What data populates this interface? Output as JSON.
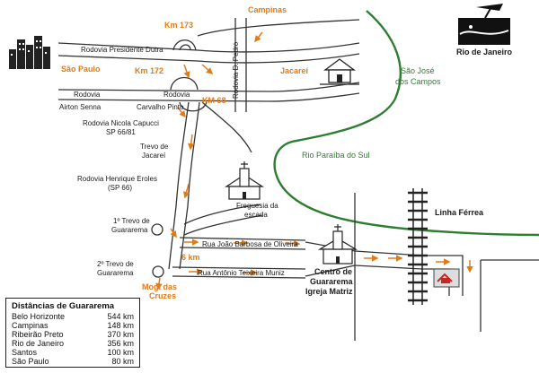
{
  "labels": {
    "km173": "Km 173",
    "campinas": "Campinas",
    "rodovia_pres_dutra": "Rodovia Presidente Dutra",
    "rodovia_d_pedro": "Rodovia D. Pedro",
    "sao_paulo": "São Paulo",
    "km172": "Km 172",
    "jacarei": "Jacareí",
    "sao_jose_1": "São José",
    "sao_jose_2": "dos Campos",
    "rio_de_janeiro": "Rio de Janeiro",
    "rodovia_left": "Rodovia",
    "rodovia_mid": "Rodovia",
    "airton_senna": "Airton Senna",
    "carvalho_pinto": "Carvalho Pinto",
    "km68": "KM 68",
    "nicola_1": "Rodovia Nicola Capucci",
    "nicola_2": "SP 66/81",
    "trevo_jacarei_1": "Trevo de",
    "trevo_jacarei_2": "Jacareí",
    "rio_paraiba": "Rio Paraíba do Sul",
    "eroles_1": "Rodovia Henrique Eroles",
    "eroles_2": "(SP 66)",
    "freguesia_1": "Freguesia da",
    "freguesia_2": "escada",
    "linha_ferrea": "Linha Férrea",
    "trevo1_1": "1º Trevo de",
    "trevo1_2": "Guararema",
    "rua_joao": "Rua João Barbosa de Oliveira",
    "km6": "6 km",
    "trevo2_1": "2º Trevo de",
    "trevo2_2": "Guararema",
    "rua_antonio": "Rua Antônio Teixeira Muniz",
    "mogi_1": "Mogi das",
    "mogi_2": "Cruzes",
    "centro_1": "Centro de",
    "centro_2": "Guararema",
    "centro_3": "Igreja Matriz"
  },
  "distances": {
    "title": "Distâncias de Guararema",
    "rows": [
      {
        "city": "Belo Horizonte",
        "km": "544 km"
      },
      {
        "city": "Campinas",
        "km": "148 km"
      },
      {
        "city": "Ribeirão Preto",
        "km": "370 km"
      },
      {
        "city": "Rio de Janeiro",
        "km": "356 km"
      },
      {
        "city": "Santos",
        "km": "100 km"
      },
      {
        "city": "São Paulo",
        "km": "80 km"
      }
    ]
  },
  "colors": {
    "road": "#333333",
    "arrow": "#e07b1a",
    "river": "#2e7d32",
    "label_accent": "#e07b1a"
  }
}
